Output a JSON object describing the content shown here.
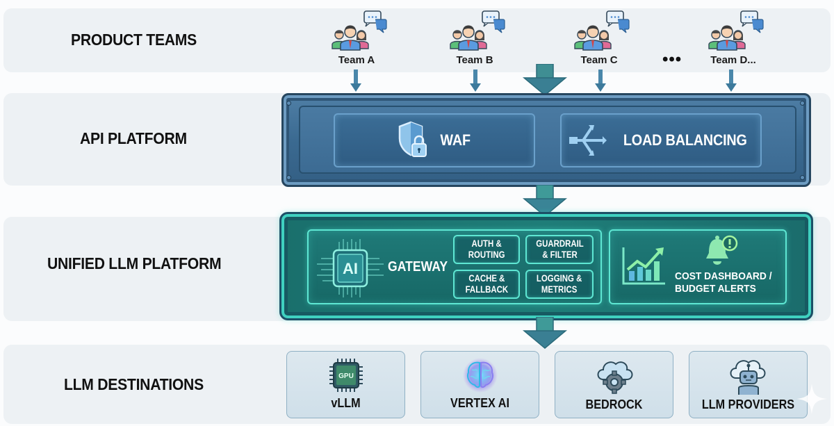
{
  "rows": [
    {
      "id": "product-teams",
      "label": "PRODUCT TEAMS"
    },
    {
      "id": "api-platform",
      "label": "API PLATFORM"
    },
    {
      "id": "unified-llm-platform",
      "label": "UNIFIED LLM PLATFORM"
    },
    {
      "id": "llm-destinations",
      "label": "LLM DESTINATIONS"
    }
  ],
  "teams": [
    {
      "label": "Team A",
      "icon": "team-chat-icon"
    },
    {
      "label": "Team B",
      "icon": "team-chat-icon"
    },
    {
      "label": "Team C",
      "icon": "team-chat-icon"
    },
    {
      "label": "Team D...",
      "icon": "team-chat-icon"
    }
  ],
  "teams_ellipsis": "•••",
  "api_platform": {
    "components": [
      {
        "label": "WAF",
        "icon": "shield-lock-icon"
      },
      {
        "label": "LOAD BALANCING",
        "icon": "split-arrows-icon"
      }
    ]
  },
  "llm_platform": {
    "gateway": {
      "chip_text": "AI",
      "label": "GATEWAY",
      "icon": "ai-chip-icon"
    },
    "features": [
      "AUTH & ROUTING",
      "GUARDRAIL & FILTER",
      "CACHE & FALLBACK",
      "LOGGING & METRICS"
    ],
    "features_lines": [
      [
        "AUTH &",
        "ROUTING"
      ],
      [
        "GUARDRAIL",
        "& FILTER"
      ],
      [
        "CACHE &",
        "FALLBACK"
      ],
      [
        "LOGGING &",
        "METRICS"
      ]
    ],
    "cost": {
      "line1": "COST DASHBOARD /",
      "line2": "BUDGET ALERTS",
      "icons": [
        "bar-chart-trend-icon",
        "bell-alert-icon"
      ]
    }
  },
  "destinations": [
    {
      "label": "vLLM",
      "icon": "gpu-chip-icon",
      "icon_text": "GPU"
    },
    {
      "label": "VERTEX AI",
      "icon": "brain-icon"
    },
    {
      "label": "BEDROCK",
      "icon": "cloud-gear-icon"
    },
    {
      "label": "LLM PROVIDERS",
      "icon": "cloud-robot-icon"
    }
  ],
  "colors": {
    "row_bg": "#edf1f4",
    "api_blue": "#3b6a91",
    "llm_teal": "#1f7d78",
    "glow": "#5ee7d3",
    "arrow": "#3d7a9c"
  }
}
